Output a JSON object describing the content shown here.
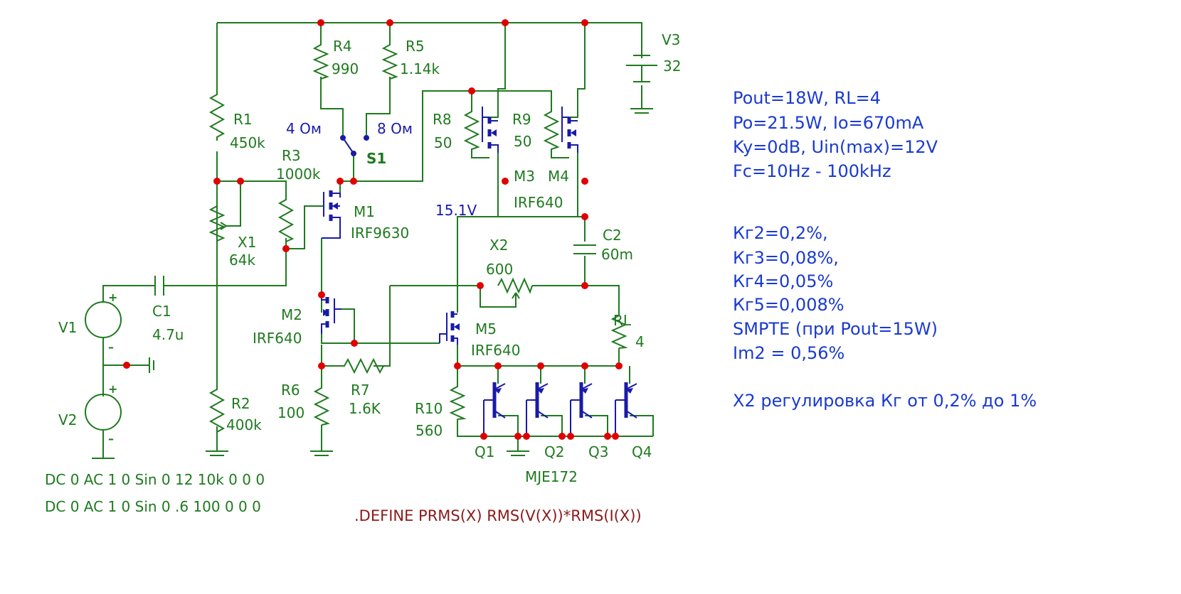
{
  "components": {
    "R1": {
      "name": "R1",
      "value": "450k"
    },
    "R2": {
      "name": "R2",
      "value": "400k"
    },
    "R3": {
      "name": "R3",
      "value": "1000k"
    },
    "R4": {
      "name": "R4",
      "value": "990"
    },
    "R5": {
      "name": "R5",
      "value": "1.14k"
    },
    "R6": {
      "name": "R6",
      "value": "100"
    },
    "R7": {
      "name": "R7",
      "value": "1.6K"
    },
    "R8": {
      "name": "R8",
      "value": "50"
    },
    "R9": {
      "name": "R9",
      "value": "50"
    },
    "R10": {
      "name": "R10",
      "value": "560"
    },
    "RL": {
      "name": "RL",
      "value": "4"
    },
    "X1": {
      "name": "X1",
      "value": "64k"
    },
    "X2": {
      "name": "X2",
      "value": "600"
    },
    "C1": {
      "name": "C1",
      "value": "4.7u"
    },
    "C2": {
      "name": "C2",
      "value": "60m"
    },
    "V1": {
      "name": "V1"
    },
    "V2": {
      "name": "V2"
    },
    "V3": {
      "name": "V3",
      "value": "32"
    },
    "M1": {
      "name": "M1",
      "value": "IRF9630"
    },
    "M2": {
      "name": "M2",
      "value": "IRF640"
    },
    "M3": {
      "name": "M3"
    },
    "M4": {
      "name": "M4"
    },
    "M34_model": "IRF640",
    "M5": {
      "name": "M5",
      "value": "IRF640"
    },
    "Q1": {
      "name": "Q1"
    },
    "Q2": {
      "name": "Q2"
    },
    "Q3": {
      "name": "Q3"
    },
    "Q4": {
      "name": "Q4"
    },
    "Q_model": "MJE172",
    "S1": {
      "name": "S1",
      "pos_a": "4 Ом",
      "pos_b": "8 Ом"
    }
  },
  "voltage_label": "15.1V",
  "source_specs": {
    "v1": "DC 0 AC 1 0 Sin 0 12 10k 0 0 0",
    "v2": "DC 0 AC 1 0 Sin 0 .6 100 0 0 0"
  },
  "define_line": ".DEFINE PRMS(X) RMS(V(X))*RMS(I(X))",
  "notes": {
    "line1": "Pout=18W, RL=4",
    "line2": "Po=21.5W, Io=670mA",
    "line3": "Ky=0dB, Uin(max)=12V",
    "line4": "Fc=10Hz - 100kHz",
    "line5": "Кг2=0,2%,",
    "line6": "Кг3=0,08%,",
    "line7": "Кг4=0,05%",
    "line8": "Кг5=0,008%",
    "line9": "SMPTE (при Pout=15W)",
    "line10": "Im2 = 0,56%",
    "line11": "X2 регулировка Кг от 0,2% до 1%"
  },
  "colors": {
    "wire": "#1f7a1f",
    "semiconductor": "#1a1aa8",
    "node": "#e00000",
    "notes": "#1a3ad0",
    "define": "#8a1a1a"
  }
}
